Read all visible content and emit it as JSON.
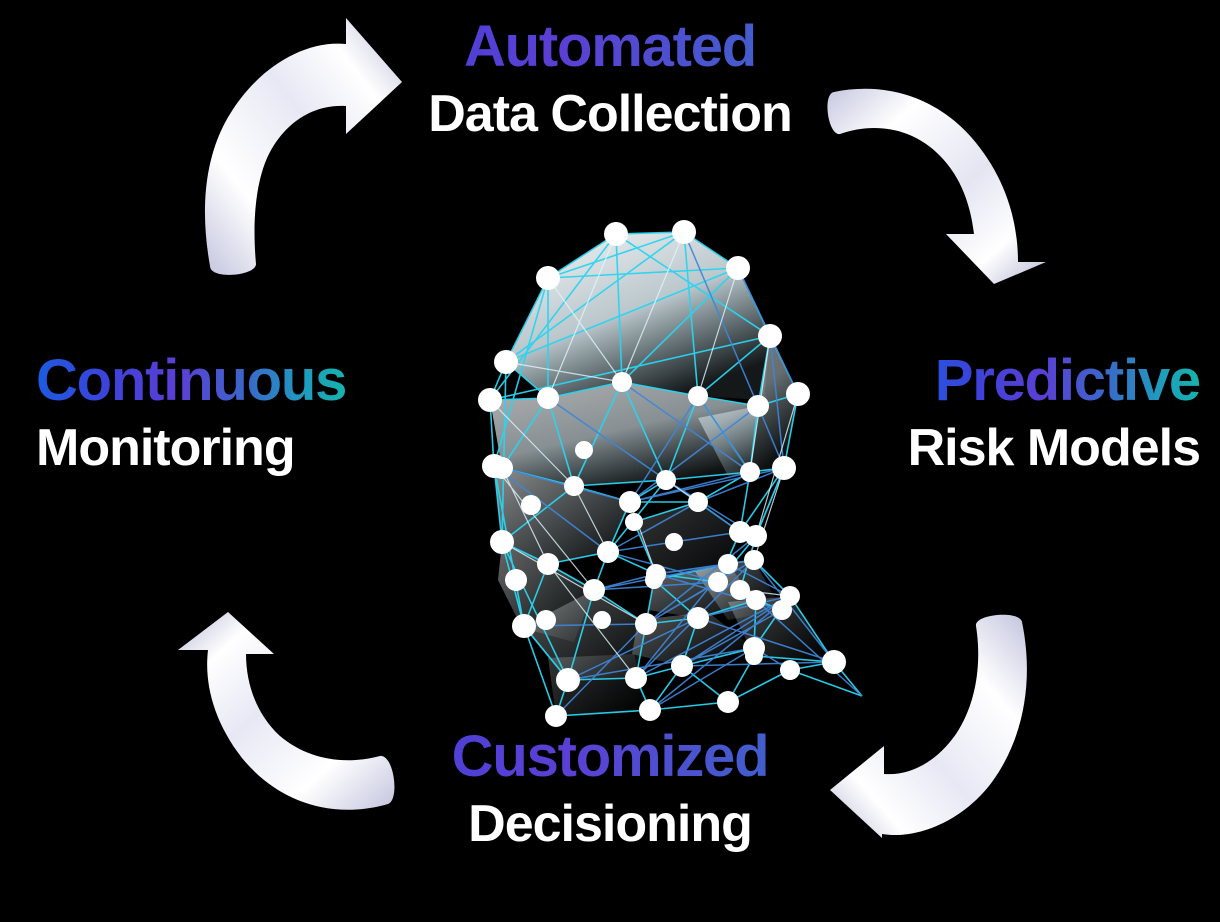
{
  "background_color": "#000000",
  "diagram": {
    "type": "cycle",
    "title": "AI Lifecycle Cycle",
    "center_graphic": "low-poly-wireframe-head",
    "direction": "clockwise",
    "nodes": [
      {
        "id": "automated",
        "position": "top",
        "title": "Automated",
        "subtitle": "Data Collection"
      },
      {
        "id": "predictive",
        "position": "right",
        "title": "Predictive",
        "subtitle": "Risk Models"
      },
      {
        "id": "customized",
        "position": "bottom",
        "title": "Customized",
        "subtitle": "Decisioning"
      },
      {
        "id": "continuous",
        "position": "left",
        "title": "Continuous",
        "subtitle": "Monitoring"
      }
    ],
    "arrows": [
      {
        "id": "arrow-top-left",
        "from": "continuous",
        "to": "automated",
        "points": "right"
      },
      {
        "id": "arrow-top-right",
        "from": "automated",
        "to": "predictive",
        "points": "down"
      },
      {
        "id": "arrow-bottom-right",
        "from": "predictive",
        "to": "customized",
        "points": "left"
      },
      {
        "id": "arrow-bottom-left",
        "from": "customized",
        "to": "continuous",
        "points": "up"
      }
    ]
  },
  "colors": {
    "gradient_start": "#1C5BE0",
    "gradient_mid": "#5B3FD4",
    "gradient_end": "#16B3AD",
    "subtitle": "#FFFFFF",
    "arrow_light": "#FFFFFF",
    "arrow_shadow": "#C9CAE2",
    "mesh_cyan": "#22D3EE",
    "mesh_blue": "#3B82D6",
    "mesh_pale": "#D6F7FE",
    "node_dot": "#FFFFFF",
    "background": "#000000"
  }
}
